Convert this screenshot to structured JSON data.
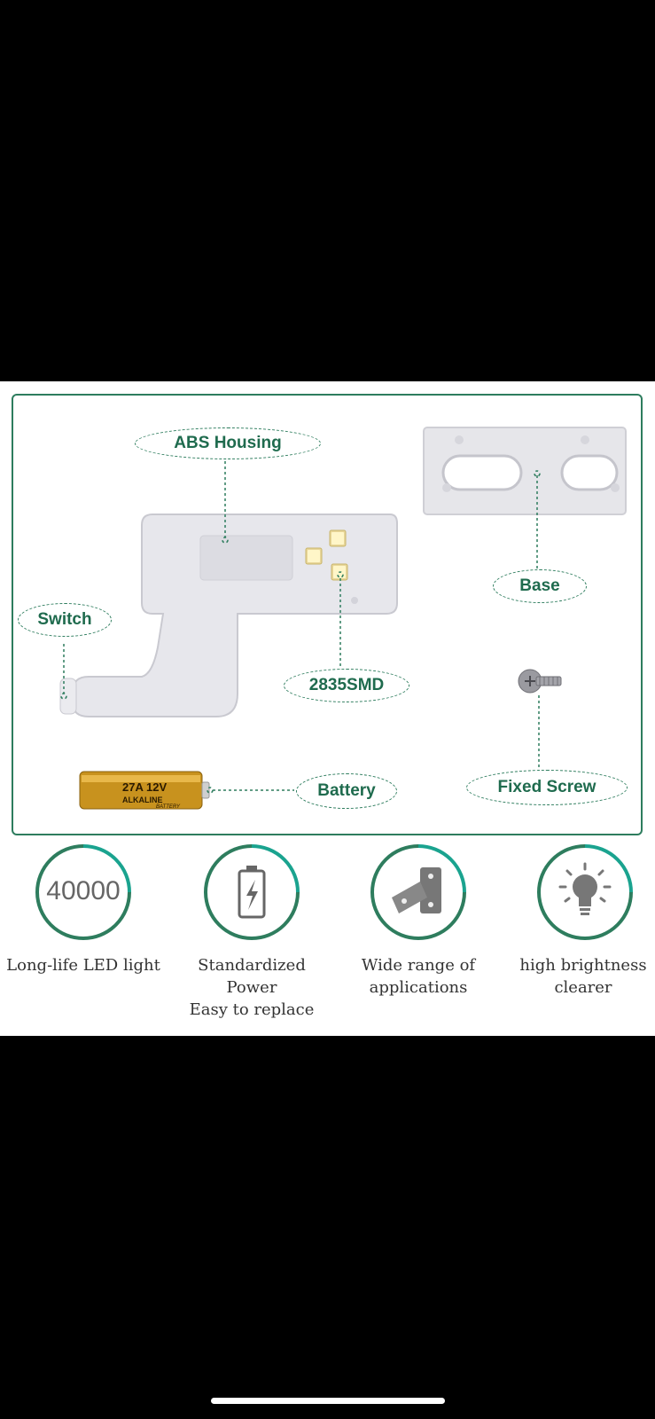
{
  "labels": {
    "abs_housing": "ABS Housing",
    "base": "Base",
    "switch": "Switch",
    "smd": "2835SMD",
    "battery": "Battery",
    "fixed_screw": "Fixed Screw"
  },
  "battery_print": {
    "model": "27A 12V",
    "type": "ALKALINE",
    "word": "BATTERY"
  },
  "features": [
    {
      "value": "40000",
      "line1": "Long-life LED light",
      "line2": ""
    },
    {
      "icon": "battery-charge-icon",
      "line1": "Standardized Power",
      "line2": "Easy to replace"
    },
    {
      "icon": "hinge-icon",
      "line1": "Wide range of",
      "line2": "applications"
    },
    {
      "icon": "lightbulb-icon",
      "line1": "high brightness",
      "line2": "clearer"
    }
  ],
  "colors": {
    "accent": "#2e7d5e",
    "teal": "#1aa38f",
    "text": "#1f6b4e"
  }
}
